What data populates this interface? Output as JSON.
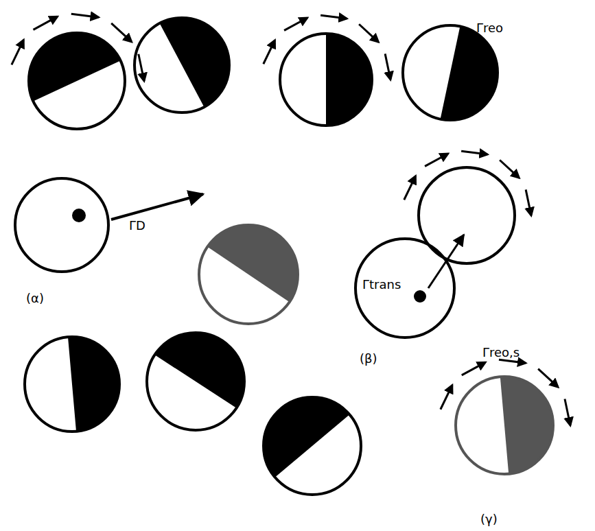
{
  "diagram": {
    "labels": [
      "Γreo",
      "ΓD",
      "(α)",
      "Γtrans",
      "(β)",
      "Γreo,s",
      "(γ)"
    ]
  }
}
